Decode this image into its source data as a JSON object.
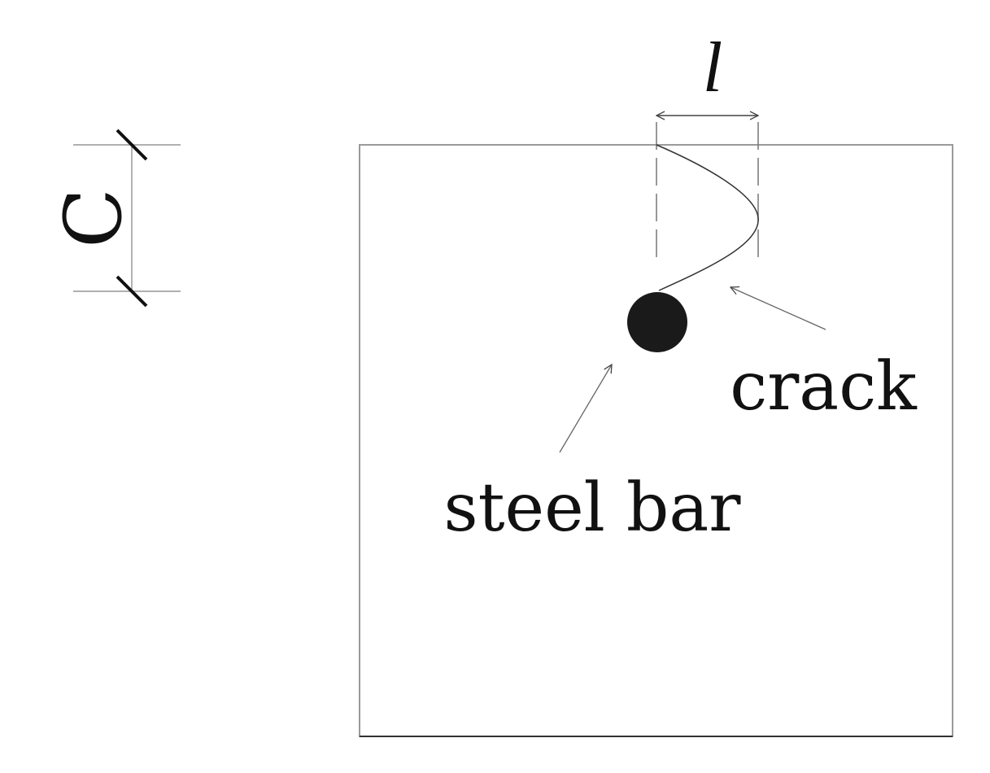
{
  "labels": {
    "cover": "C",
    "crack_width": "l",
    "crack": "crack",
    "steel_bar": "steel bar"
  },
  "colors": {
    "outline": "#9a9a9a",
    "ink": "#111111",
    "bar_fill": "#1a1a1a",
    "background": "#ffffff"
  }
}
